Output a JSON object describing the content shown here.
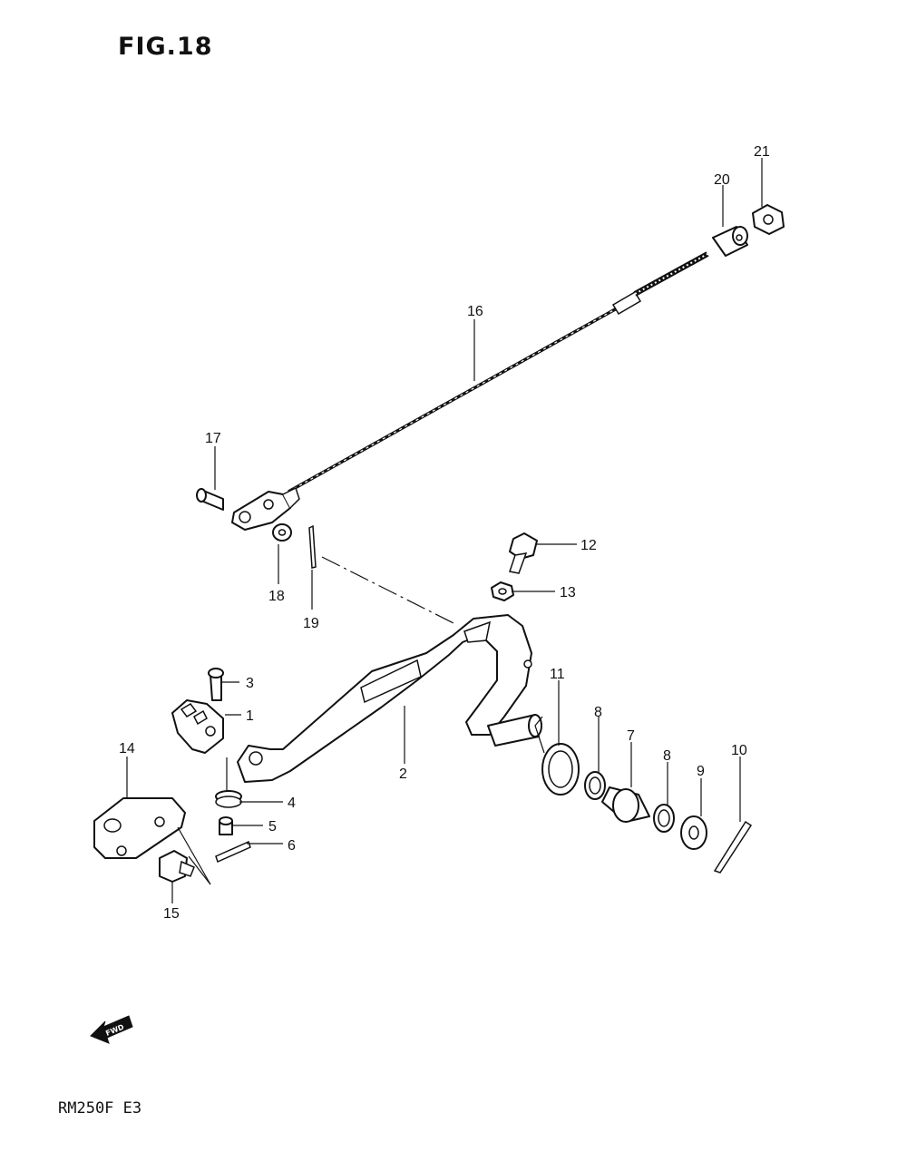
{
  "figure": {
    "title": "FIG.18"
  },
  "footer": {
    "model_code": "RM250F E3",
    "fwd_label": "FWD"
  },
  "callouts": {
    "p1": "1",
    "p2": "2",
    "p3": "3",
    "p4": "4",
    "p5": "5",
    "p6": "6",
    "p7": "7",
    "p8a": "8",
    "p8b": "8",
    "p9": "9",
    "p10": "10",
    "p11": "11",
    "p12": "12",
    "p13": "13",
    "p14": "14",
    "p15": "15",
    "p16": "16",
    "p17": "17",
    "p18": "18",
    "p19": "19",
    "p20": "20",
    "p21": "21"
  }
}
